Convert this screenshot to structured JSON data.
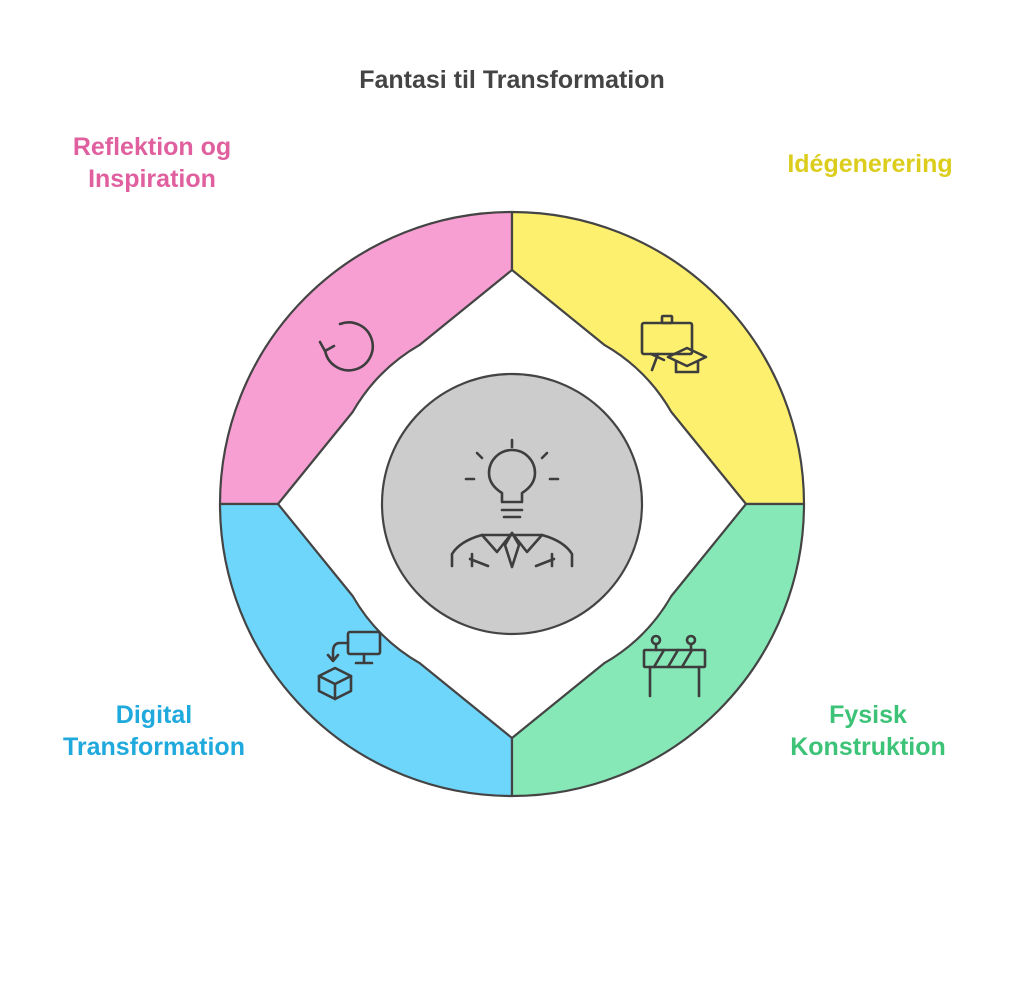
{
  "title": "Fantasi til Transformation",
  "segments": [
    {
      "key": "top-left",
      "label_lines": [
        "Reflektion og",
        "Inspiration"
      ],
      "color": "#f79fd3",
      "text_color": "#e0609f",
      "icon": "refresh-icon"
    },
    {
      "key": "top-right",
      "label_lines": [
        "Idégenerering"
      ],
      "color": "#fdf06e",
      "text_color": "#dccd1d",
      "icon": "whiteboard-graduation-icon"
    },
    {
      "key": "bottom-left",
      "label_lines": [
        "Digital",
        "Transformation"
      ],
      "color": "#6fd6fb",
      "text_color": "#1fa9dc",
      "icon": "computer-box-transfer-icon"
    },
    {
      "key": "bottom-right",
      "label_lines": [
        "Fysisk",
        "Konstruktion"
      ],
      "color": "#86e8b6",
      "text_color": "#3cc377",
      "icon": "construction-barrier-icon"
    }
  ],
  "center": {
    "color": "#cccccc",
    "icon": "lightbulb-person-icon"
  },
  "outline_color": "#444444"
}
